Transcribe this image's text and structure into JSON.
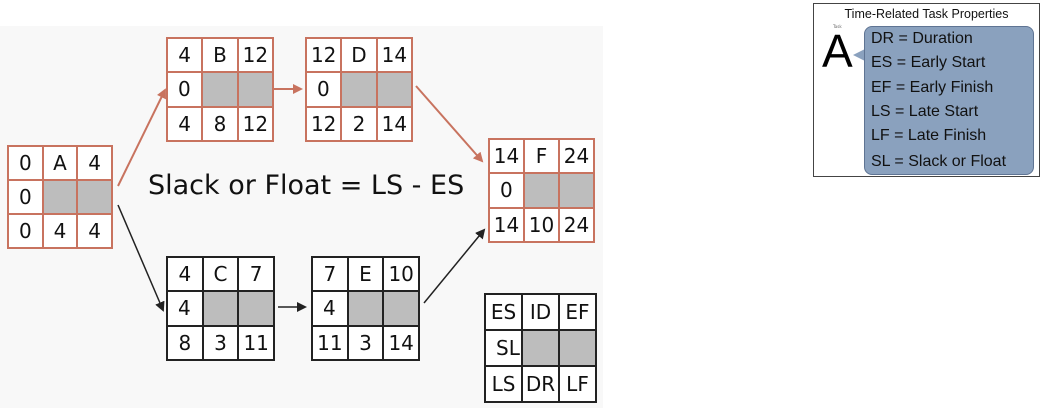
{
  "formula": "Slack or Float = LS - ES",
  "nodes": {
    "A": {
      "es": "0",
      "id": "A",
      "ef": "4",
      "sl": "0",
      "ls": "0",
      "dr": "4",
      "lf": "4"
    },
    "B": {
      "es": "4",
      "id": "B",
      "ef": "12",
      "sl": "0",
      "ls": "4",
      "dr": "8",
      "lf": "12"
    },
    "C": {
      "es": "4",
      "id": "C",
      "ef": "7",
      "sl": "4",
      "ls": "8",
      "dr": "3",
      "lf": "11"
    },
    "D": {
      "es": "12",
      "id": "D",
      "ef": "14",
      "sl": "0",
      "ls": "12",
      "dr": "2",
      "lf": "14"
    },
    "E": {
      "es": "7",
      "id": "E",
      "ef": "10",
      "sl": "4",
      "ls": "11",
      "dr": "3",
      "lf": "14"
    },
    "F": {
      "es": "14",
      "id": "F",
      "ef": "24",
      "sl": "0",
      "ls": "14",
      "dr": "10",
      "lf": "24"
    }
  },
  "key": {
    "es": "ES",
    "id": "ID",
    "ef": "EF",
    "sl": "SL",
    "ls": "LS",
    "dr": "DR",
    "lf": "LF"
  },
  "legend": {
    "title": "Time-Related Task Properties",
    "letter": "A",
    "tiny": "Task",
    "definitions": [
      "DR = Duration",
      "ES  = Early Start",
      "EF  = Early Finish",
      "LS  = Late Start",
      "LF  = Late Finish",
      "SL  = Slack or Float"
    ]
  },
  "colors": {
    "critical": "#c8735f",
    "normal": "#222222",
    "shade": "#bdbdbd",
    "bubble": "#8aa1be"
  }
}
